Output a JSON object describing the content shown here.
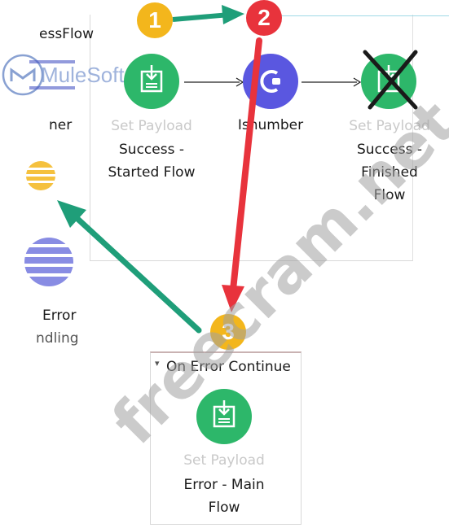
{
  "flow": {
    "title": "essFlow",
    "left_label_partial": "ner"
  },
  "logo": {
    "text": "MuleSoft"
  },
  "nodes": [
    {
      "id": "set-payload-start",
      "type": "Set Payload",
      "name_line1": "Success -",
      "name_line2": "Started Flow",
      "name_line3": "",
      "color": "#2db76a",
      "icon": "set-payload-icon"
    },
    {
      "id": "isnumber",
      "type": "Isnumber",
      "name_line1": "",
      "name_line2": "",
      "name_line3": "",
      "color": "#5a57e0",
      "icon": "validation-c-icon"
    },
    {
      "id": "set-payload-finish",
      "type": "Set Payload",
      "name_line1": "Success -",
      "name_line2": "Finished",
      "name_line3": "Flow",
      "color": "#2db76a",
      "icon": "set-payload-icon"
    }
  ],
  "error_section": {
    "label_line1": "Error",
    "label_line2": "ndling",
    "scope_title": "On Error Continue",
    "collapse_glyph": "▾",
    "node": {
      "type": "Set Payload",
      "name_line1": "Error - Main",
      "name_line2": "Flow",
      "color": "#2db76a"
    }
  },
  "badges": [
    {
      "number": "1",
      "color": "#f3b61c"
    },
    {
      "number": "2",
      "color": "#e8333c"
    },
    {
      "number": "3",
      "color": "#f3b61c"
    }
  ],
  "arrows": {
    "green": "#1f9e79",
    "red": "#e8333c"
  },
  "watermark": "freecram.net"
}
